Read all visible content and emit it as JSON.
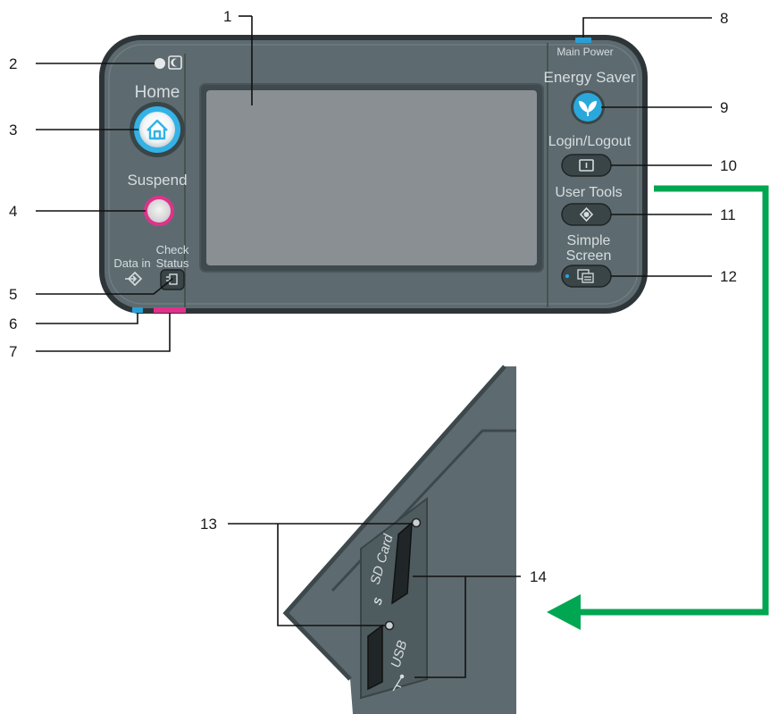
{
  "panel": {
    "home_label": "Home",
    "suspend_label": "Suspend",
    "data_in_label": "Data in",
    "check_status_label": [
      "Check",
      "Status"
    ],
    "main_power_label": "Main Power",
    "energy_saver_label": "Energy Saver",
    "login_logout_label": "Login/Logout",
    "user_tools_label": "User Tools",
    "simple_screen_label": [
      "Simple",
      "Screen"
    ]
  },
  "side": {
    "sd_card_label": "SD Card",
    "usb_label": "USB"
  },
  "callouts": [
    "1",
    "2",
    "3",
    "4",
    "5",
    "6",
    "7",
    "8",
    "9",
    "10",
    "11",
    "12",
    "13",
    "14"
  ],
  "colors": {
    "panel_body": "#5d6b70",
    "panel_border": "#2e3538",
    "screen": "#8a8f94",
    "home_blue": "#33b2e6",
    "suspend_pink": "#e0328c",
    "energy_blue": "#2aa8dc",
    "indicator_blue": "#2a9fd6",
    "indicator_pink": "#e0328c",
    "arrow_green": "#00a651"
  }
}
